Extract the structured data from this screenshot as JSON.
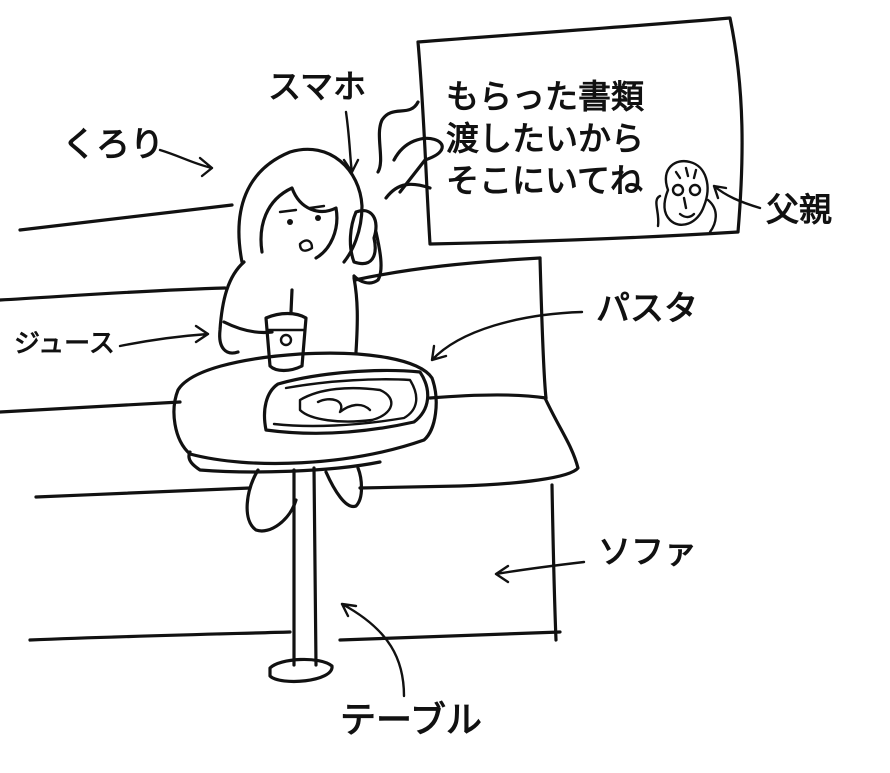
{
  "labels": {
    "kurori": "くろり",
    "smartphone": "スマホ",
    "juice": "ジュース",
    "pasta": "パスタ",
    "father": "父親",
    "sofa": "ソファ",
    "table": "テーブル"
  },
  "speech_bubble": {
    "lines": [
      "もらった書類",
      "渡したいから",
      "そこにいてね"
    ]
  }
}
